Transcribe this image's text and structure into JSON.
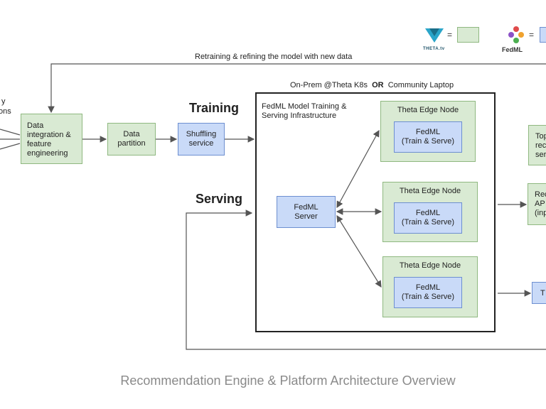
{
  "legend": {
    "theta_brand": "THETA.tv",
    "fedml_brand": "FedML",
    "equals": "=",
    "theta_color": "#d9ead3",
    "fedml_color": "#c9daf8"
  },
  "retrain_label": "Retraining & refining the model with new data",
  "left_cut_text": {
    "line1": "y",
    "line2": "ons"
  },
  "headings": {
    "training": "Training",
    "serving": "Serving"
  },
  "pipeline": {
    "data_integration": "Data integration & feature engineering",
    "data_partition": "Data partition",
    "shuffling_service": "Shuffling service"
  },
  "infra": {
    "location_prefix": "On-Prem @Theta K8s",
    "location_or": "OR",
    "location_suffix": "Community Laptop",
    "title": "FedML Model Training & Serving Infrastructure",
    "server": "FedML Server",
    "edge_nodes": [
      {
        "title": "Theta Edge Node",
        "line1": "FedML",
        "line2": "(Train & Serve)"
      },
      {
        "title": "Theta Edge Node",
        "line1": "FedML",
        "line2": "(Train & Serve)"
      },
      {
        "title": "Theta Edge Node",
        "line1": "FedML",
        "line2": "(Train & Serve)"
      }
    ]
  },
  "right_cut": {
    "box1": [
      "Top",
      "rec",
      "ser"
    ],
    "box2": [
      "Rec",
      "AP",
      "(inp"
    ],
    "box3": [
      "T"
    ]
  },
  "caption": "Recommendation Engine & Platform Architecture Overview"
}
